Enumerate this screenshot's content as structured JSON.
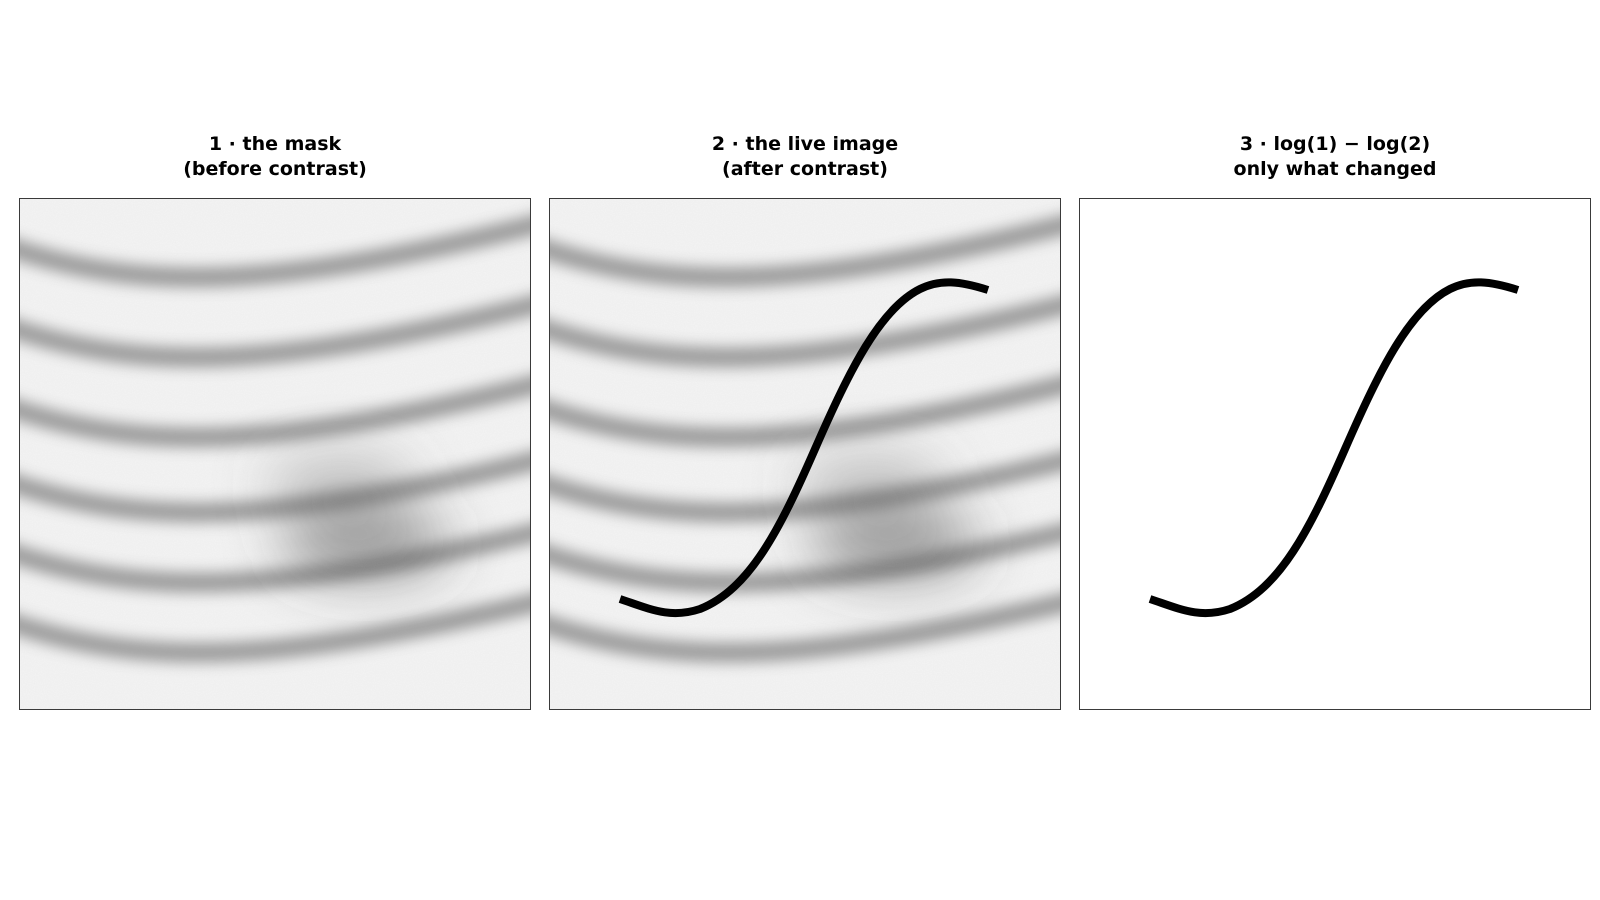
{
  "panels": [
    {
      "title_line1": "1 · the mask",
      "title_line2": "(before contrast)",
      "shows_background": true,
      "shows_vessel": false
    },
    {
      "title_line1": "2 · the live image",
      "title_line2": "(after contrast)",
      "shows_background": true,
      "shows_vessel": true
    },
    {
      "title_line1": "3 · log(1) − log(2)",
      "title_line2": "only what changed",
      "shows_background": false,
      "shows_vessel": true
    }
  ],
  "colors": {
    "background": "#ffffff",
    "frame_border": "#3a3a3a",
    "image_base": "#f4f4f4",
    "band": "#8a8a8a",
    "dark_blob": "#4a4a4a",
    "vessel": "#000000"
  }
}
